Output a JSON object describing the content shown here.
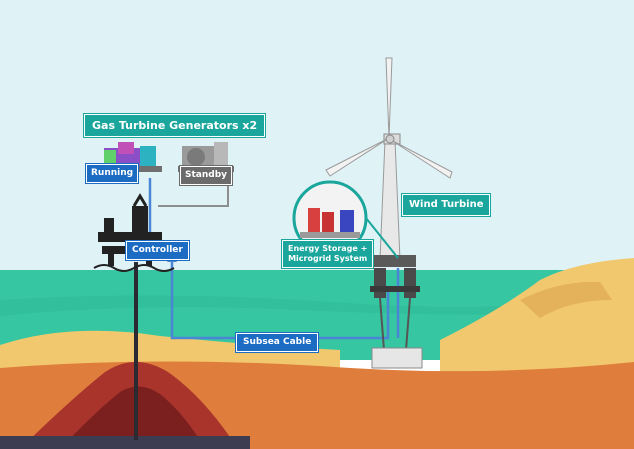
{
  "labels": {
    "gas_turbine_title": "Gas Turbine Generators x2",
    "running": "Running",
    "standby": "Standby",
    "controller": "Controller",
    "wind_turbine": "Wind Turbine",
    "energy_storage_line1": "Energy Storage +",
    "energy_storage_line2": "Microgrid System",
    "subsea_cable": "Subsea Cable"
  },
  "colors": {
    "sky": "#dff2f6",
    "sea": "#36c7a2",
    "sand": "#f2c86e",
    "seabed": "#df7e3c",
    "teal_label": "#1aa69c",
    "blue_label": "#1c6cc4",
    "grey_label": "#6b6b6b",
    "cable": "#4a86d4"
  },
  "icons": {
    "running_generator": "gas-turbine-generator-icon",
    "standby_generator": "gas-turbine-generator-icon",
    "platform": "oil-platform-icon",
    "wind_turbine": "wind-turbine-icon",
    "energy_storage": "battery-storage-icon"
  }
}
